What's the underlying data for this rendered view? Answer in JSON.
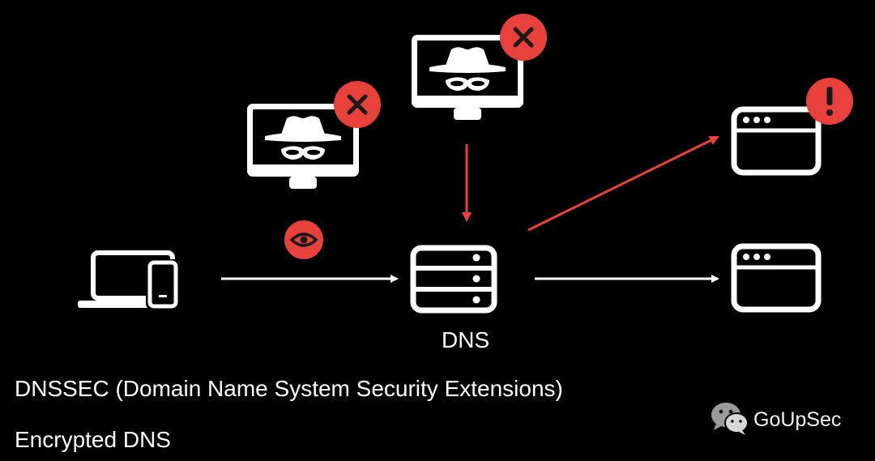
{
  "labels": {
    "dns": "DNS",
    "dnssec": "DNSSEC (Domain Name System Security Extensions)",
    "encrypted": "Encrypted DNS"
  },
  "watermark": {
    "text": "GoUpSec",
    "icon": "wechat-icon"
  },
  "icons": {
    "client": "laptop-phone-icon",
    "attacker": "spy-monitor-icon",
    "server": "dns-server-icon",
    "website": "browser-window-icon",
    "blocked": "x-badge-icon",
    "warning": "exclamation-badge-icon",
    "eavesdrop": "eye-icon"
  },
  "colors": {
    "background": "#000000",
    "foreground": "#ffffff",
    "alert": "#e8403a"
  }
}
